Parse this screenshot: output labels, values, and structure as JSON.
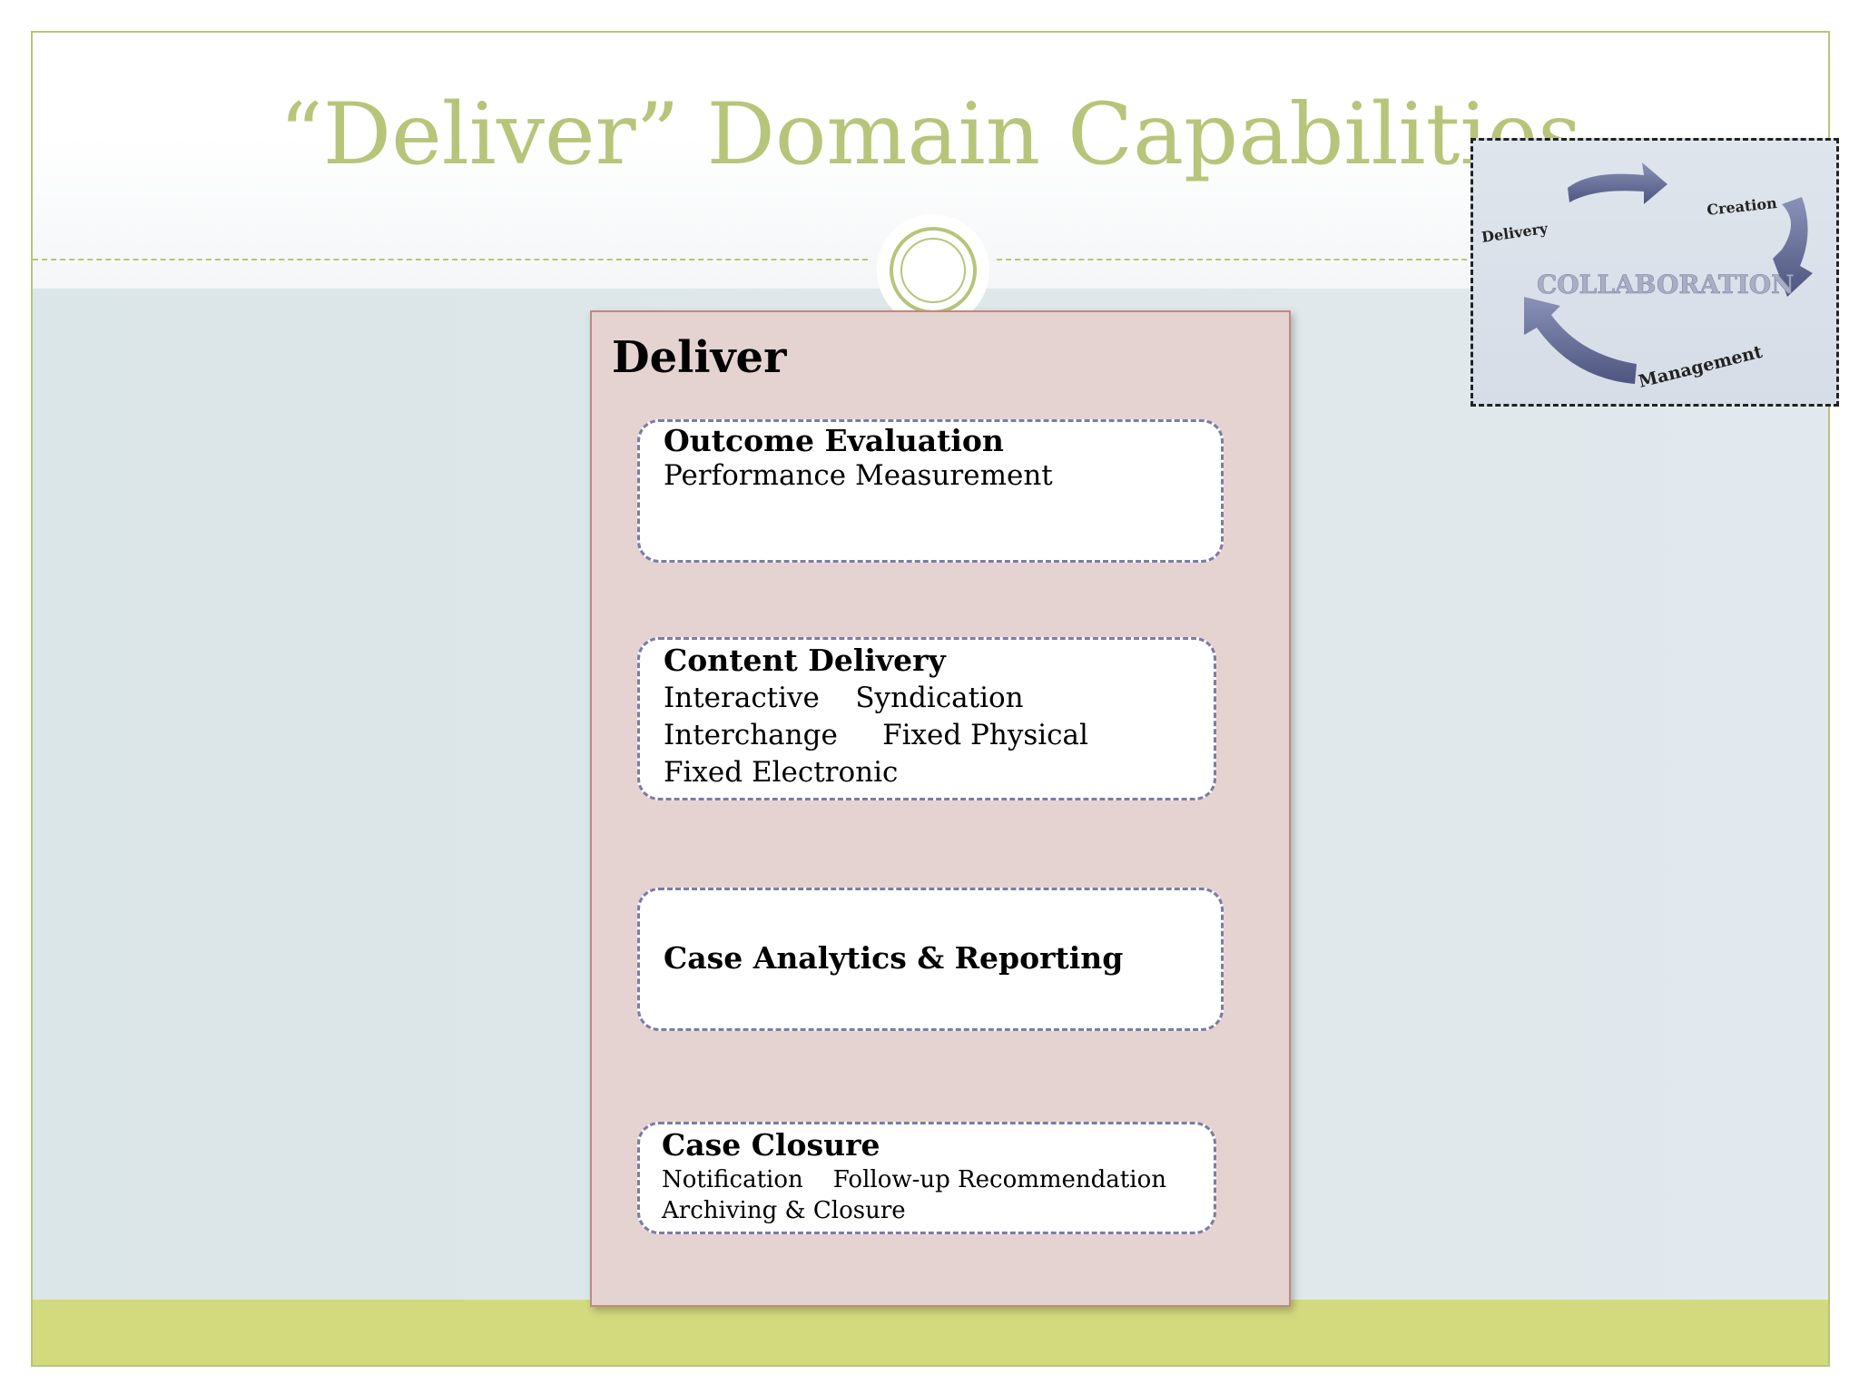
{
  "slide": {
    "title": "“Deliver” Domain Capabilities"
  },
  "panel": {
    "title": "Deliver",
    "capabilities": [
      {
        "title": "Outcome Evaluation",
        "lines": [
          "Performance Measurement"
        ]
      },
      {
        "title": "Content Delivery",
        "lines": [
          "Interactive    Syndication",
          "Interchange     Fixed Physical",
          "Fixed Electronic"
        ]
      },
      {
        "title": "Case Analytics & Reporting",
        "lines": []
      },
      {
        "title": "Case Closure",
        "lines": [
          "Notification    Follow-up Recommendation",
          "Archiving & Closure"
        ]
      }
    ]
  },
  "collaboration_graphic": {
    "center_label": "COLLABORATION",
    "labels": {
      "delivery": "Delivery",
      "creation": "Creation",
      "management": "Management"
    },
    "arrow_color": "#5f6790"
  },
  "colors": {
    "accent_green": "#b7c57a",
    "footer_green": "#d3da7e",
    "panel_fill": "#e4d3d1",
    "box_border": "#7c7ca4"
  }
}
